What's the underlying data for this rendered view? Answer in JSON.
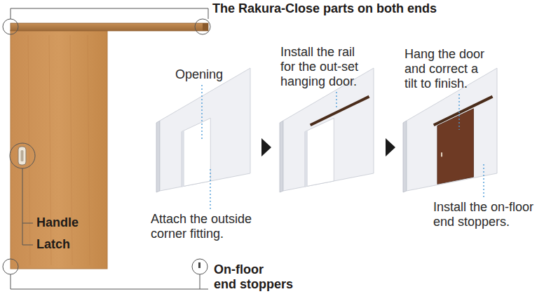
{
  "diagram": {
    "labels": [
      "The Rakura-Close parts on both ends",
      "Handle",
      "Latch",
      "On-floor end stoppers",
      "Opening",
      "Attach the outside corner fitting.",
      "Install the rail for the out-set hanging door.",
      "Hang the door and correct a tilt to finish.",
      "Install the on-floor end stoppers."
    ]
  }
}
